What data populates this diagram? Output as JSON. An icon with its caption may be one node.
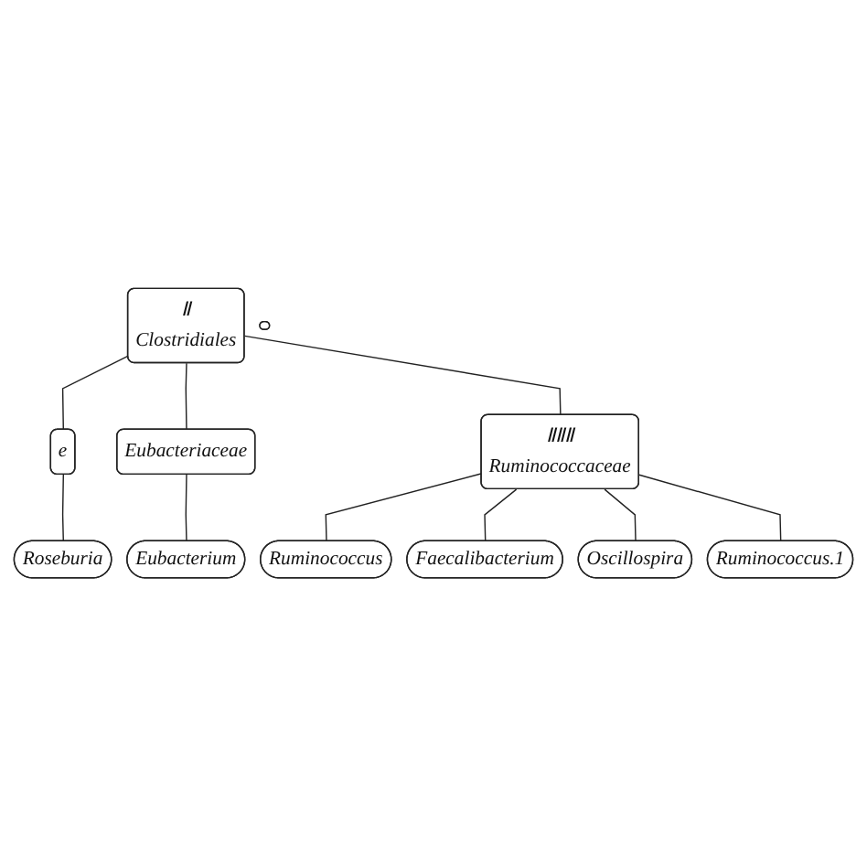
{
  "diagram": {
    "nodes": [
      {
        "text": [
          "Ⅱ",
          "Clostridiales"
        ]
      },
      {
        "text": [
          "e"
        ]
      },
      {
        "text": [
          "Eubacteriaceae"
        ]
      },
      {
        "text": [
          "ⅡⅡⅡ",
          "Ruminococcaceae"
        ]
      },
      {
        "text": [],
        "shape": "box"
      },
      {
        "text": [
          "Roseburia"
        ]
      },
      {
        "text": [
          "Eubacterium"
        ]
      },
      {
        "text": [
          "Ruminococcus"
        ]
      },
      {
        "text": [
          "Faecalibacterium"
        ]
      },
      {
        "text": [
          "Oscillospira"
        ]
      },
      {
        "text": [
          "Ruminococcus.1"
        ]
      }
    ],
    "edges": [
      {
        "from": 0,
        "to": 1,
        "arrow": "none"
      },
      {
        "from": 0,
        "to": 2,
        "arrow": "none"
      },
      {
        "from": 0,
        "to": 3,
        "arrow": "none"
      },
      {
        "from": 1,
        "to": 5,
        "arrow": "none"
      },
      {
        "from": 2,
        "to": 6,
        "arrow": "none"
      },
      {
        "from": 3,
        "to": 7,
        "arrow": "none"
      },
      {
        "from": 3,
        "to": 8,
        "arrow": "none"
      },
      {
        "from": 3,
        "to": 9,
        "arrow": "none"
      },
      {
        "from": 3,
        "to": 10,
        "arrow": "none"
      }
    ]
  }
}
